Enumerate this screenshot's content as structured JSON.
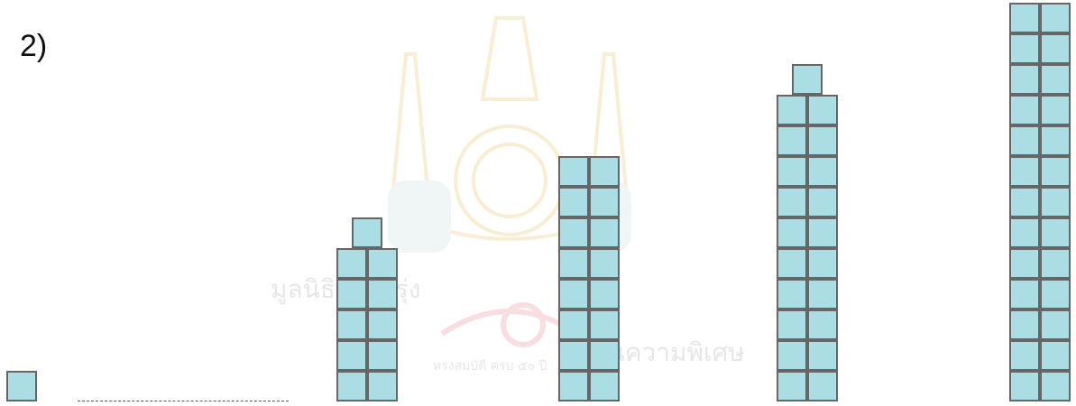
{
  "exercise": {
    "number_label": "2)"
  },
  "unit_cube": {
    "fill_color": "#abdde4",
    "stroke_color": "#666666"
  },
  "figures": [
    {
      "name": "figure-a",
      "full_rows": 5,
      "extra_cubes": 1
    },
    {
      "name": "figure-b",
      "full_rows": 8,
      "extra_cubes": 0
    },
    {
      "name": "figure-c",
      "full_rows": 10,
      "extra_cubes": 1
    },
    {
      "name": "figure-d",
      "full_rows": 13,
      "extra_cubes": 0
    }
  ],
  "watermark": {
    "text_left": "มูลนิธิการดีรุ่ง",
    "text_right": "ในความพิเศษ",
    "text_center": "ทรงสมบัติ ครบ ๕๐ ปี"
  }
}
